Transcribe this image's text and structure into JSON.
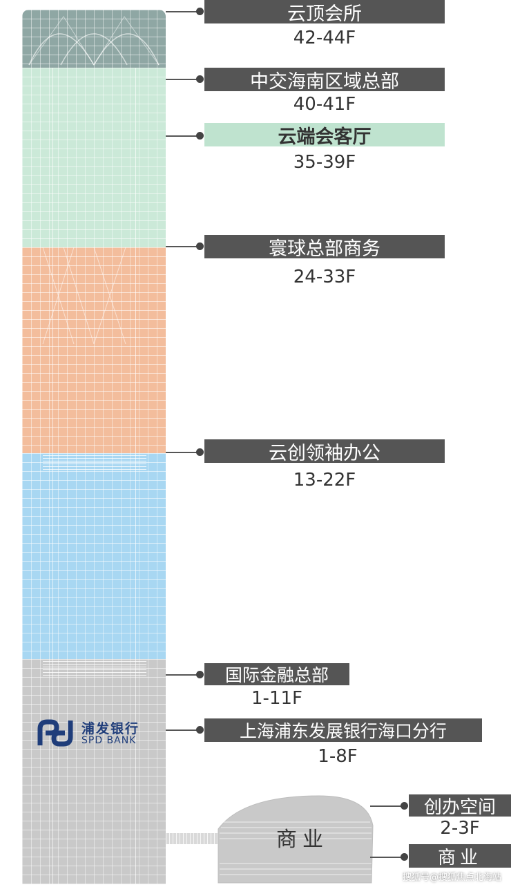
{
  "zones": [
    {
      "name": "云顶会所",
      "floors": "42-44F",
      "color": "#8fa7a4"
    },
    {
      "name": "中交海南区域总部",
      "floors": "40-41F",
      "color": "#cbe9d8"
    },
    {
      "name": "云端会客厅",
      "floors": "35-39F",
      "color": "#cbe9d8"
    },
    {
      "name": "寰球总部商务",
      "floors": "24-33F",
      "color": "#f3bd9c"
    },
    {
      "name": "云创领袖办公",
      "floors": "13-22F",
      "color": "#a8d7f2"
    },
    {
      "name": "国际金融总部",
      "floors": "1-11F",
      "color": "#c9c9c9"
    },
    {
      "name": "上海浦东发展银行海口分行",
      "floors": "1-8F",
      "color": "#c9c9c9"
    },
    {
      "name": "创办空间",
      "floors": "2-3F",
      "color": "#c9c9c9"
    },
    {
      "name": "商业",
      "floors": "",
      "color": "#c9c9c9"
    }
  ],
  "podium_label": "商业",
  "bank": {
    "name_cn": "浦发银行",
    "name_en": "SPD BANK",
    "color": "#1f3d7a"
  },
  "label_colors": {
    "dark": "#555555",
    "highlight": "#bfe3cf"
  },
  "watermark": "搜狐号@搜狐焦点北海站"
}
